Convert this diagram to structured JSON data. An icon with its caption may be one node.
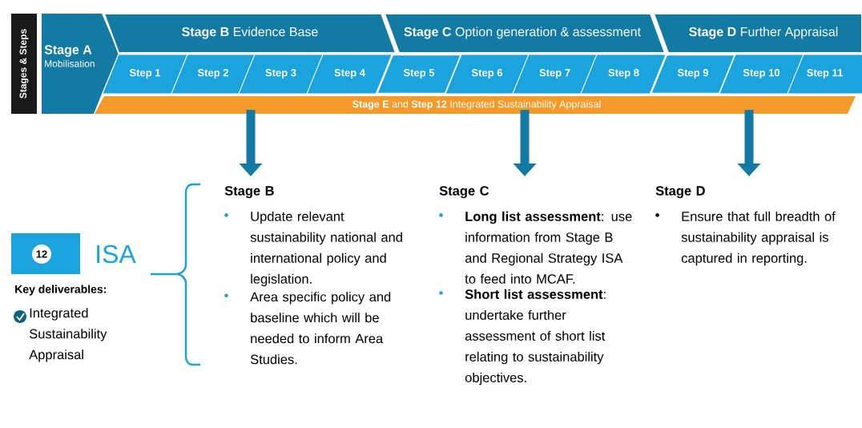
{
  "diagram": {
    "nodes": [
      {
        "text": [
          "Stages & Steps"
        ]
      },
      {
        "text": [
          "Stage A",
          "Mobilisation"
        ]
      },
      {
        "text": [
          "**Stage B** Evidence Base"
        ]
      },
      {
        "text": [
          "**Stage C** Option generation & assessment"
        ]
      },
      {
        "text": [
          "**Stage D** Further Appraisal"
        ]
      },
      {
        "text": [
          "Step 1"
        ]
      },
      {
        "text": [
          "Step 2"
        ]
      },
      {
        "text": [
          "Step 3"
        ]
      },
      {
        "text": [
          "Step 4"
        ]
      },
      {
        "text": [
          "Step 5"
        ]
      },
      {
        "text": [
          "Step 6"
        ]
      },
      {
        "text": [
          "Step 7"
        ]
      },
      {
        "text": [
          "Step 8"
        ]
      },
      {
        "text": [
          "Step 9"
        ]
      },
      {
        "text": [
          "Step 10"
        ]
      },
      {
        "text": [
          "Step 11"
        ]
      },
      {
        "text": [
          "**Stage E** and **Step 12** Integrated Sustainability Appraisal"
        ]
      },
      {
        "text": [
          "12"
        ],
        "beside": [
          "ISA"
        ]
      },
      {
        "text": [
          "Stage B",
          "Update relevant sustainability national and international policy and legislation.",
          "Area specific policy and baseline which will be needed to inform Area Studies."
        ]
      },
      {
        "text": [
          "Stage C",
          "**Long list assessment**: use information from Stage B and Regional Strategy ISA to feed into MCAF.",
          "**Short list assessment**: undertake further assessment of short list relating to sustainability objectives."
        ]
      },
      {
        "text": [
          "Stage D",
          "Ensure that full breadth of sustainability appraisal is captured in reporting."
        ]
      }
    ],
    "edges": [
      {
        "from": 16,
        "to": 18,
        "arrow": "to"
      },
      {
        "from": 16,
        "to": 19,
        "arrow": "to"
      },
      {
        "from": 16,
        "to": 20,
        "arrow": "to"
      }
    ],
    "labels": [
      "Key deliverables:",
      "Integrated Sustainability Appraisal"
    ]
  }
}
